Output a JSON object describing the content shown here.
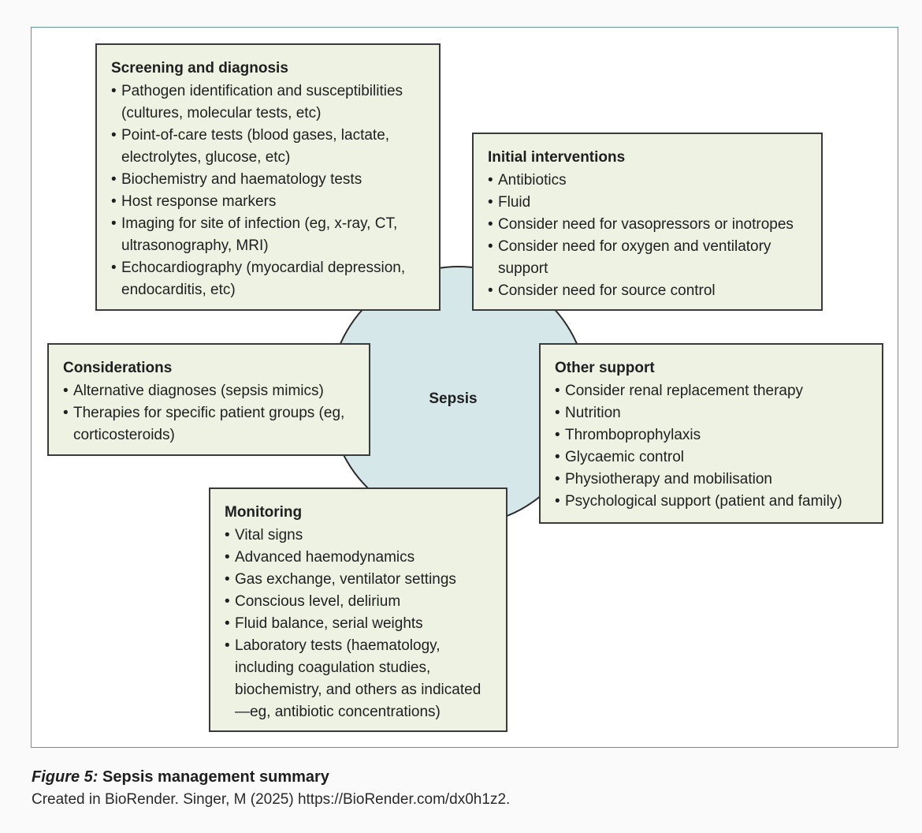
{
  "center": {
    "label": "Sepsis"
  },
  "boxes": {
    "screening": {
      "title": "Screening and diagnosis",
      "items": [
        "Pathogen identification and susceptibilities (cultures, molecular tests, etc)",
        "Point-of-care tests (blood gases, lactate, electrolytes, glucose, etc)",
        "Biochemistry and haematology tests",
        "Host response markers",
        "Imaging for site of infection (eg, x-ray, CT, ultrasonography, MRI)",
        "Echocardiography (myocardial depression, endocarditis, etc)"
      ]
    },
    "initial": {
      "title": "Initial interventions",
      "items": [
        "Antibiotics",
        "Fluid",
        "Consider need for vasopressors or inotropes",
        "Consider need for oxygen and ventilatory support",
        "Consider need for source control"
      ]
    },
    "considerations": {
      "title": "Considerations",
      "items": [
        "Alternative diagnoses (sepsis mimics)",
        "Therapies for specific patient groups (eg, corticosteroids)"
      ]
    },
    "other": {
      "title": "Other support",
      "items": [
        "Consider renal replacement therapy",
        "Nutrition",
        "Thromboprophylaxis",
        "Glycaemic control",
        "Physiotherapy and mobilisation",
        "Psychological support (patient and family)"
      ]
    },
    "monitoring": {
      "title": "Monitoring",
      "items": [
        "Vital signs",
        "Advanced haemodynamics",
        "Gas exchange, ventilator settings",
        "Conscious level, delirium",
        "Fluid balance, serial weights",
        "Laboratory tests (haematology, including coagulation studies, biochemistry, and others as indicated —eg, antibiotic concentrations)"
      ]
    }
  },
  "caption": {
    "figure_label": "Figure 5:",
    "figure_title": "Sepsis management summary",
    "credit": "Created in BioRender. Singer, M (2025) https://BioRender.com/dx0h1z2."
  },
  "colors": {
    "box_fill": "#edf2e3",
    "circle_fill": "#d6e7ea",
    "frame_border": "#5f9a8e"
  }
}
